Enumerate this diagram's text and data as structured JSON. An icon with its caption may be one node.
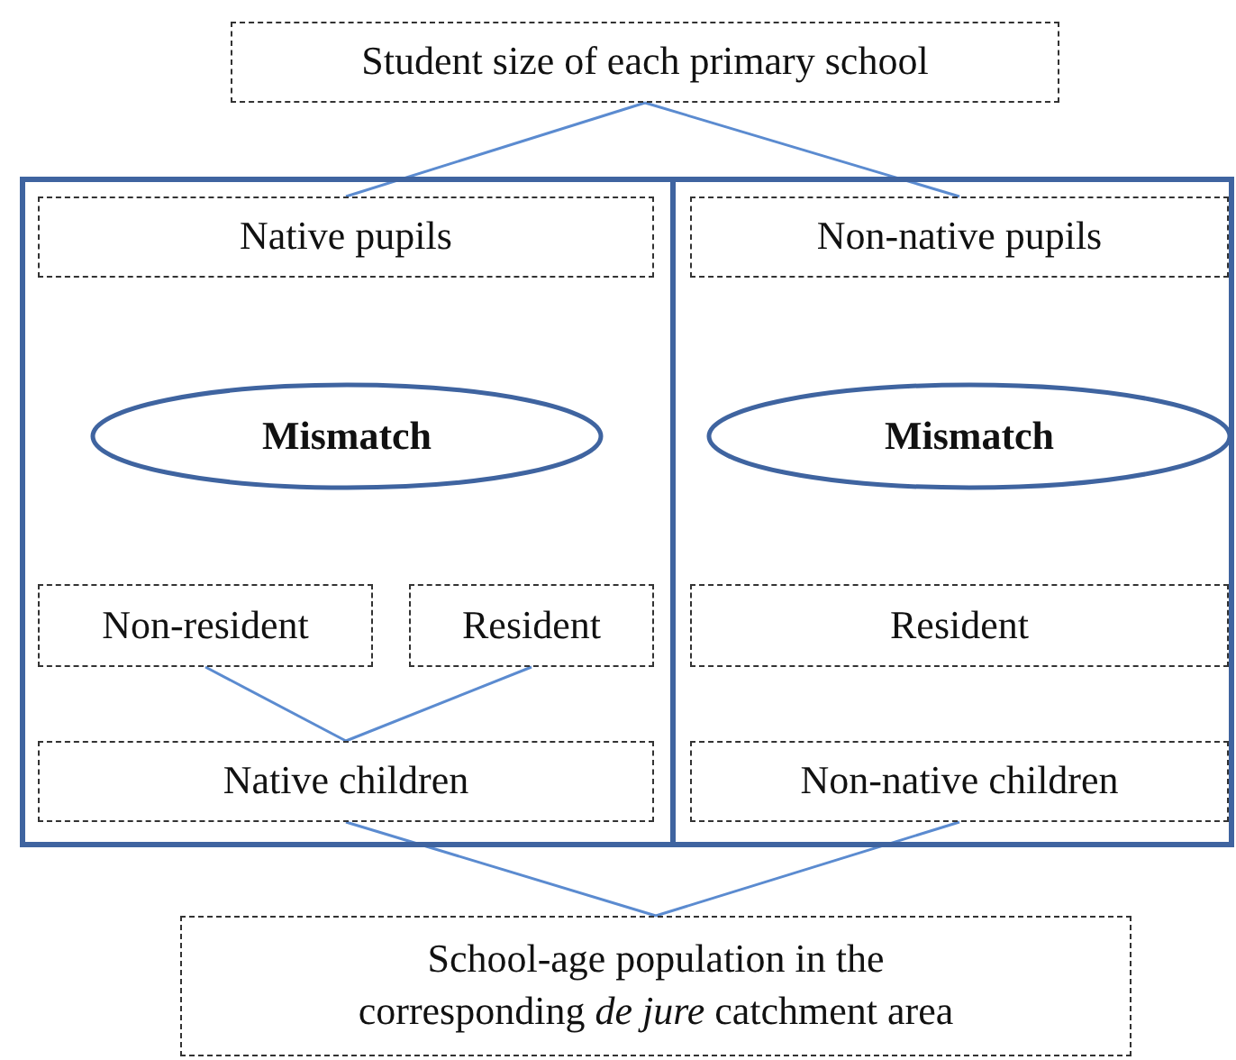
{
  "diagram": {
    "nodes": [
      {
        "text": [
          "Student size of each primary school"
        ]
      },
      {
        "text": [],
        "shape": "box"
      },
      {
        "text": [
          "Native pupils"
        ],
        "in": 1
      },
      {
        "text": [
          "Mismatch"
        ],
        "in": 1
      },
      {
        "text": [
          "Non-resident"
        ],
        "in": 1
      },
      {
        "text": [
          "Resident"
        ],
        "in": 1
      },
      {
        "text": [
          "Native children"
        ],
        "in": 1
      },
      {
        "text": [],
        "shape": "box"
      },
      {
        "text": [
          "Non-native pupils"
        ],
        "in": 7
      },
      {
        "text": [
          "Mismatch"
        ],
        "in": 7
      },
      {
        "text": [
          "Resident"
        ],
        "in": 7
      },
      {
        "text": [
          "Non-native children"
        ],
        "in": 7
      },
      {
        "text": [
          "School-age population in the corresponding *de jure* catchment area"
        ]
      }
    ],
    "edges": [
      {
        "from": 0,
        "to": 2,
        "arrow": "none"
      },
      {
        "from": 0,
        "to": 8,
        "arrow": "none"
      },
      {
        "from": 4,
        "to": 6,
        "arrow": "none"
      },
      {
        "from": 5,
        "to": 6,
        "arrow": "none"
      },
      {
        "from": 6,
        "to": 12,
        "arrow": "none"
      },
      {
        "from": 11,
        "to": 12,
        "arrow": "none"
      }
    ]
  }
}
